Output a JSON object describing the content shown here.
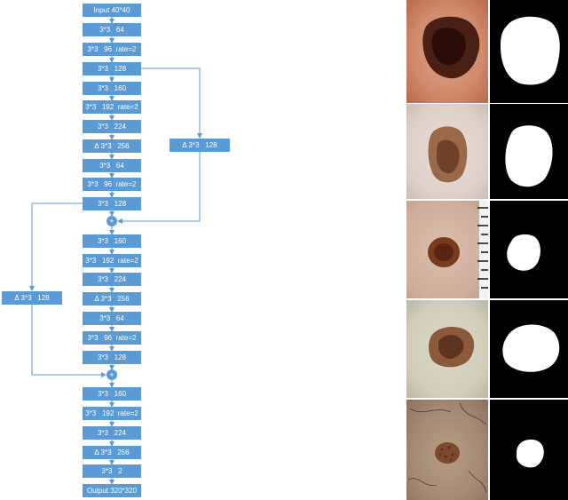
{
  "network": {
    "blocks": [
      "Input 40*40",
      "3*3   64",
      "3*3   96  rate=2",
      "3*3   128",
      "3*3   160",
      "3*3   192  rate=2",
      "3*3   224",
      "Δ 3*3   256",
      "3*3   64",
      "3*3   96  rate=2",
      "3*3   128",
      "3*3   160",
      "3*3   192  rate=2",
      "3*3   224",
      "Δ 3*3   256",
      "3*3   64",
      "3*3   96  rate=2",
      "3*3   128",
      "3*3   160",
      "3*3   192  rate=2",
      "3*3   224",
      "Δ 3*3   256",
      "3*3   2",
      "Output 320*320"
    ],
    "side_branch_1": "Δ 3*3   128",
    "side_branch_2": "Δ 3*3   128",
    "merge_symbol": "+"
  },
  "samples": [
    {
      "photo": "lesion-photo-1",
      "mask": "segmentation-mask-1"
    },
    {
      "photo": "lesion-photo-2",
      "mask": "segmentation-mask-2"
    },
    {
      "photo": "lesion-photo-3",
      "mask": "segmentation-mask-3"
    },
    {
      "photo": "lesion-photo-4",
      "mask": "segmentation-mask-4"
    },
    {
      "photo": "lesion-photo-5",
      "mask": "segmentation-mask-5"
    }
  ],
  "colors": {
    "block": "#5b9bd5",
    "block_text": "#ffffff",
    "connector": "#5b9bd5",
    "mask_fg": "#ffffff",
    "mask_bg": "#000000"
  }
}
